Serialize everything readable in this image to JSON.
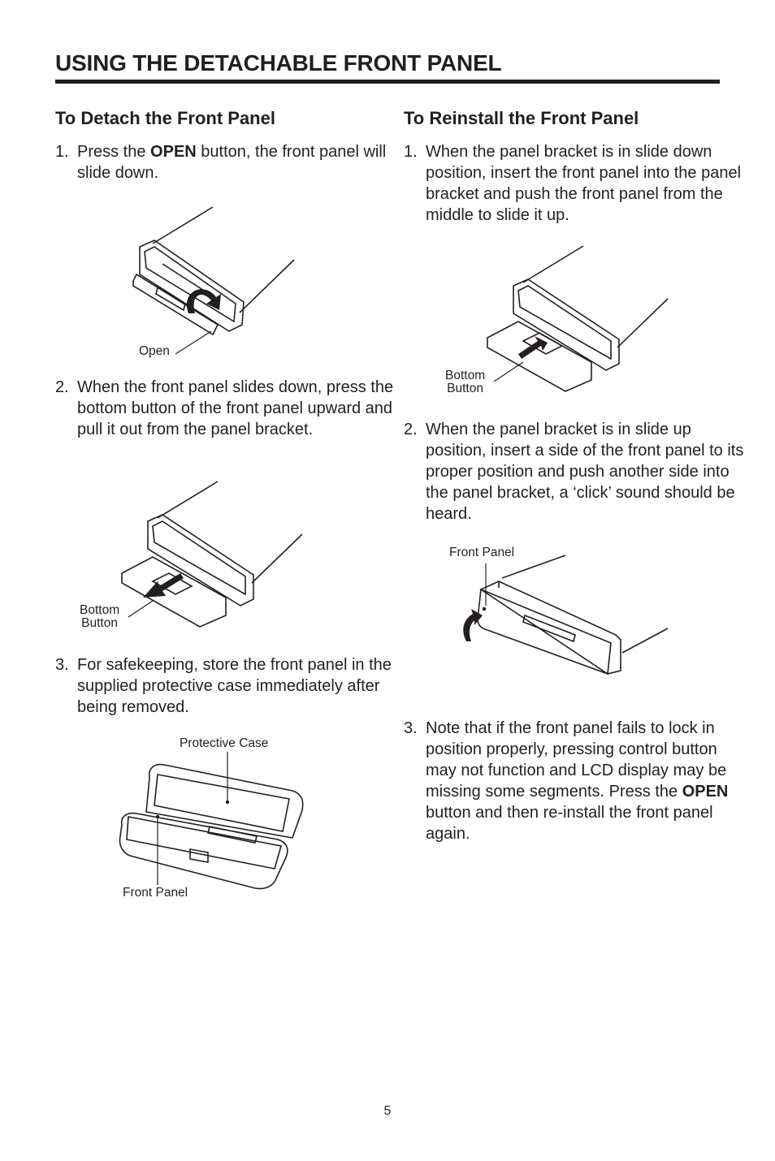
{
  "page": {
    "title": "USING THE DETACHABLE FRONT PANEL",
    "number": "5"
  },
  "detach": {
    "heading": "To Detach the Front Panel",
    "step1": {
      "num": "1.",
      "pre": "Press the ",
      "bold": "OPEN",
      "post": " button, the front panel will slide down."
    },
    "step2": {
      "num": "2.",
      "text": "When the front panel slides down, press the bottom button of the front panel upward and pull it out from the panel bracket."
    },
    "step3": {
      "num": "3.",
      "text": "For safekeeping, store the front panel in the supplied protective case immediately after being removed."
    },
    "fig1": {
      "label_open": "Open"
    },
    "fig2": {
      "label_line1": "Bottom",
      "label_line2": "Button"
    },
    "fig3": {
      "label_case": "Protective Case",
      "label_panel": "Front Panel"
    }
  },
  "reinstall": {
    "heading": "To Reinstall the Front Panel",
    "step1": {
      "num": "1.",
      "text": "When the panel bracket is in slide down position, insert the front panel into the panel bracket and push the front panel from the middle to slide it up."
    },
    "step2": {
      "num": "2.",
      "text": "When the panel bracket is in slide up position, insert a side of the front panel to its proper position and push another side into the panel bracket, a ‘click’ sound should be heard."
    },
    "step3": {
      "num": "3.",
      "pre": "Note that if the front panel fails to lock in position properly, pressing control button may not function and LCD display may be missing some segments. Press the ",
      "bold": "OPEN",
      "post": " button and then re-install the front panel again."
    },
    "fig1": {
      "label_line1": "Bottom",
      "label_line2": "Button"
    },
    "fig2": {
      "label_panel": "Front Panel"
    }
  }
}
